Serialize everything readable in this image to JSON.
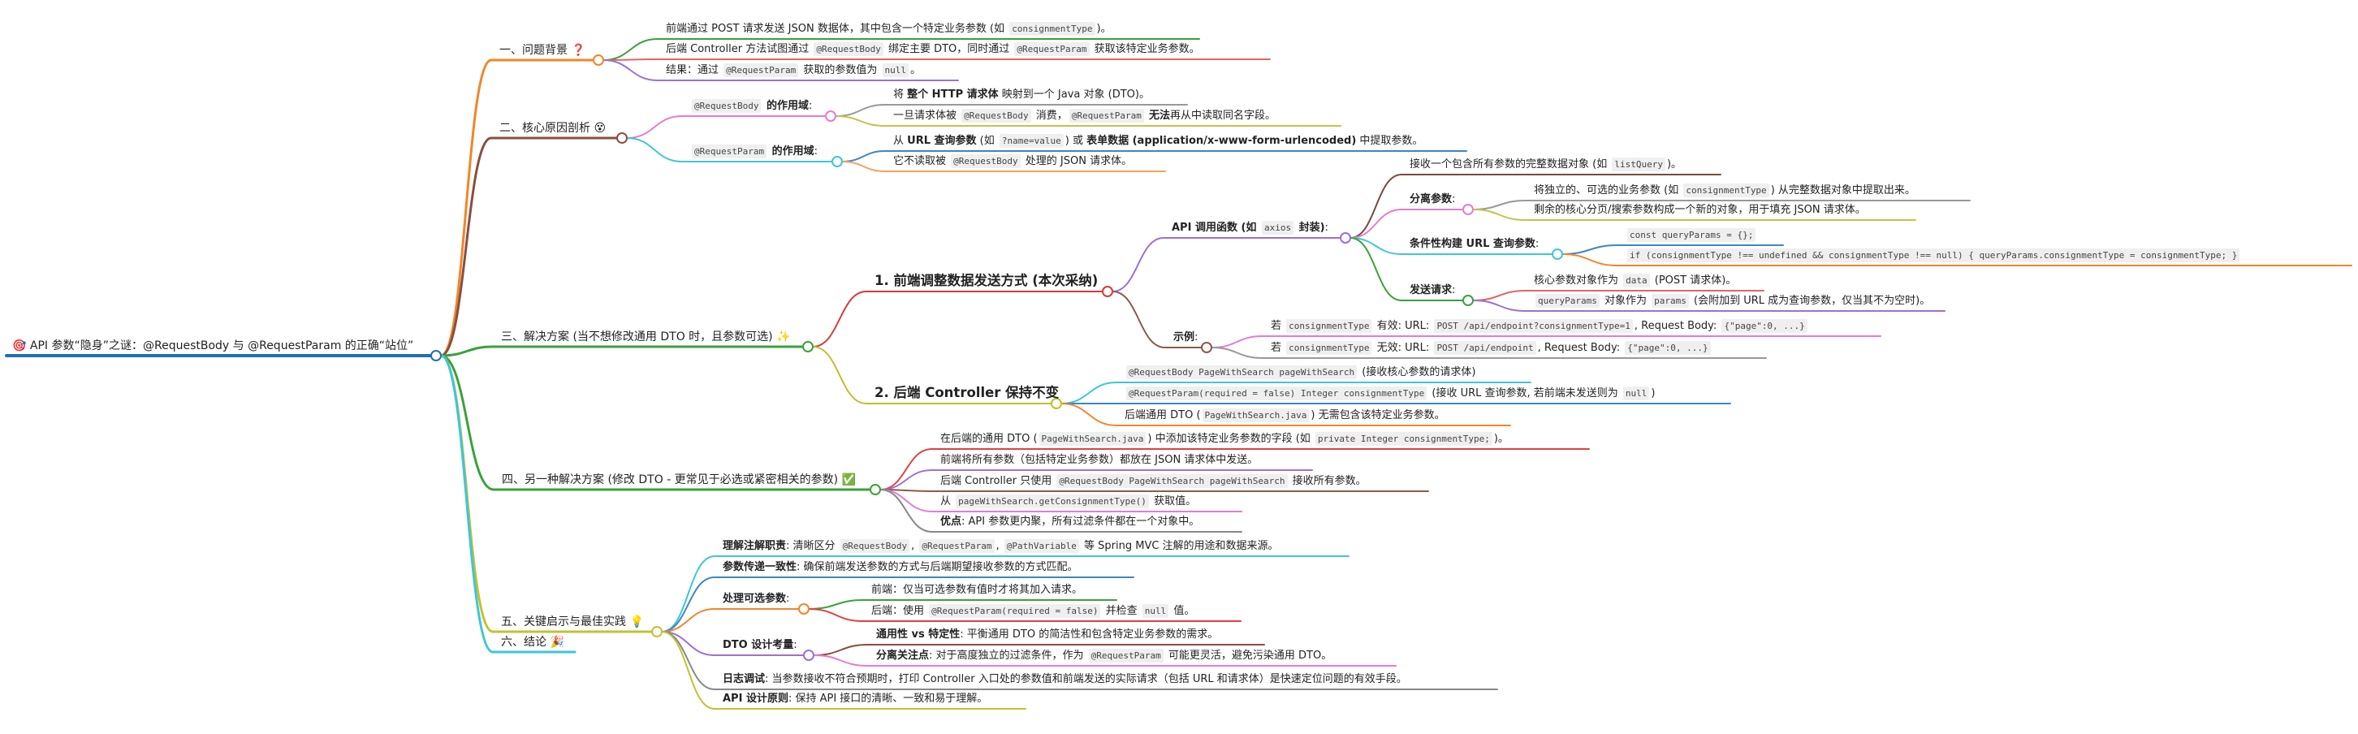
{
  "root": {
    "color": "#1f6fb5",
    "segs": [
      {
        "t": "🎯 API 参数“隐身”之谜：@RequestBody 与 @RequestParam 的正确“站位”"
      }
    ],
    "children": [
      {
        "color": "#f0862a",
        "segs": [
          {
            "t": "一、问题背景 ❓"
          }
        ],
        "children": [
          {
            "color": "#3aa13a",
            "segs": [
              {
                "t": "前端通过 POST 请求发送 JSON 数据体，其中包含一个特定业务参数 (如 "
              },
              {
                "c": "consignmentType"
              },
              {
                "t": ")。"
              }
            ]
          },
          {
            "color": "#e06666",
            "segs": [
              {
                "t": "后端 Controller 方法试图通过 "
              },
              {
                "c": "@RequestBody"
              },
              {
                "t": " 绑定主要 DTO，同时通过 "
              },
              {
                "c": "@RequestParam"
              },
              {
                "t": " 获取该特定业务参数。"
              }
            ]
          },
          {
            "color": "#9b72cf",
            "segs": [
              {
                "t": "结果：通过 "
              },
              {
                "c": "@RequestParam"
              },
              {
                "t": " 获取的参数值为 "
              },
              {
                "c": "null"
              },
              {
                "t": "。"
              }
            ]
          }
        ]
      },
      {
        "color": "#8b4d3e",
        "segs": [
          {
            "t": "二、核心原因剖析 😵"
          }
        ],
        "children": [
          {
            "color": "#e57bd0",
            "segs": [
              {
                "c": "@RequestBody"
              },
              {
                "b": " 的作用域"
              },
              {
                "t": ":"
              }
            ],
            "children": [
              {
                "color": "#999999",
                "segs": [
                  {
                    "t": "将 "
                  },
                  {
                    "b": "整个 HTTP 请求体"
                  },
                  {
                    "t": " 映射到一个 Java 对象 (DTO)。"
                  }
                ]
              },
              {
                "color": "#c3c34a",
                "segs": [
                  {
                    "t": "一旦请求体被 "
                  },
                  {
                    "c": "@RequestBody"
                  },
                  {
                    "t": " 消费，"
                  },
                  {
                    "c": "@RequestParam"
                  },
                  {
                    "t": " "
                  },
                  {
                    "b": "无法"
                  },
                  {
                    "t": "再从中读取同名字段。"
                  }
                ]
              }
            ]
          },
          {
            "color": "#3ec6d8",
            "segs": [
              {
                "c": "@RequestParam"
              },
              {
                "b": " 的作用域"
              },
              {
                "t": ":"
              }
            ],
            "children": [
              {
                "color": "#3d85c6",
                "segs": [
                  {
                    "t": "从 "
                  },
                  {
                    "b": "URL 查询参数"
                  },
                  {
                    "t": " (如 "
                  },
                  {
                    "c": "?name=value"
                  },
                  {
                    "t": ") 或 "
                  },
                  {
                    "b": "表单数据 (application/x-www-form-urlencoded)"
                  },
                  {
                    "t": " 中提取参数。"
                  }
                ]
              },
              {
                "color": "#f5a25d",
                "segs": [
                  {
                    "t": "它不读取被 "
                  },
                  {
                    "c": "@RequestBody"
                  },
                  {
                    "t": " 处理的 JSON 请求体。"
                  }
                ]
              }
            ]
          }
        ]
      },
      {
        "color": "#3aa13a",
        "segs": [
          {
            "t": "三、解决方案 (当不想修改通用 DTO 时，且参数可选) ✨"
          }
        ],
        "children": [
          {
            "color": "#d43a3a",
            "segs": [
              {
                "b": "1. 前端调整数据发送方式 (本次采纳)"
              }
            ],
            "children": [
              {
                "color": "#9b6fd1",
                "segs": [
                  {
                    "b": "API 调用函数 (如 "
                  },
                  {
                    "c": "axios"
                  },
                  {
                    "b": " 封装)"
                  },
                  {
                    "t": ":"
                  }
                ],
                "children": [
                  {
                    "color": "#7a4a3a",
                    "segs": [
                      {
                        "t": "接收一个包含所有参数的完整数据对象 (如 "
                      },
                      {
                        "c": "listQuery"
                      },
                      {
                        "t": ")。"
                      }
                    ]
                  },
                  {
                    "color": "#e57bd0",
                    "segs": [
                      {
                        "b": "分离参数"
                      },
                      {
                        "t": ":"
                      }
                    ],
                    "children": [
                      {
                        "color": "#999999",
                        "segs": [
                          {
                            "t": "将独立的、可选的业务参数 (如 "
                          },
                          {
                            "c": "consignmentType"
                          },
                          {
                            "t": ") 从完整数据对象中提取出来。"
                          }
                        ]
                      },
                      {
                        "color": "#c3c34a",
                        "segs": [
                          {
                            "t": "剩余的核心分页/搜索参数构成一个新的对象，用于填充 JSON 请求体。"
                          }
                        ]
                      }
                    ]
                  },
                  {
                    "color": "#3ec6d8",
                    "segs": [
                      {
                        "b": "条件性构建 URL 查询参数"
                      },
                      {
                        "t": ":"
                      }
                    ],
                    "children": [
                      {
                        "color": "#3d85c6",
                        "segs": [
                          {
                            "c": "const queryParams = {};"
                          }
                        ]
                      },
                      {
                        "color": "#f0862a",
                        "segs": [
                          {
                            "c": "if (consignmentType !== undefined && consignmentType !== null) { queryParams.consignmentType = consignmentType; }"
                          }
                        ]
                      }
                    ]
                  },
                  {
                    "color": "#3aa13a",
                    "segs": [
                      {
                        "b": "发送请求"
                      },
                      {
                        "t": ":"
                      }
                    ],
                    "children": [
                      {
                        "color": "#e06666",
                        "segs": [
                          {
                            "t": "核心参数对象作为 "
                          },
                          {
                            "c": "data"
                          },
                          {
                            "t": " (POST 请求体)。"
                          }
                        ]
                      },
                      {
                        "color": "#9b72cf",
                        "segs": [
                          {
                            "c": "queryParams"
                          },
                          {
                            "t": " 对象作为 "
                          },
                          {
                            "c": "params"
                          },
                          {
                            "t": " (会附加到 URL 成为查询参数，仅当其不为空时)。"
                          }
                        ]
                      }
                    ]
                  }
                ]
              },
              {
                "color": "#8b5a4a",
                "segs": [
                  {
                    "b": "示例"
                  },
                  {
                    "t": ":"
                  }
                ],
                "children": [
                  {
                    "color": "#e57bd0",
                    "segs": [
                      {
                        "t": "若 "
                      },
                      {
                        "c": "consignmentType"
                      },
                      {
                        "t": " 有效: URL: "
                      },
                      {
                        "c": "POST /api/endpoint?consignmentType=1"
                      },
                      {
                        "t": ", Request Body: "
                      },
                      {
                        "c": "{\"page\":0, ...}"
                      }
                    ]
                  },
                  {
                    "color": "#999999",
                    "segs": [
                      {
                        "t": "若 "
                      },
                      {
                        "c": "consignmentType"
                      },
                      {
                        "t": " 无效: URL: "
                      },
                      {
                        "c": "POST /api/endpoint"
                      },
                      {
                        "t": ", Request Body: "
                      },
                      {
                        "c": "{\"page\":0, ...}"
                      }
                    ]
                  }
                ]
              }
            ]
          },
          {
            "color": "#bfbf2a",
            "segs": [
              {
                "b": "2. 后端 Controller 保持不变"
              }
            ],
            "children": [
              {
                "color": "#3ec6d8",
                "segs": [
                  {
                    "c": "@RequestBody PageWithSearch pageWithSearch"
                  },
                  {
                    "t": " (接收核心参数的请求体)"
                  }
                ]
              },
              {
                "color": "#3d85c6",
                "segs": [
                  {
                    "c": "@RequestParam(required = false) Integer consignmentType"
                  },
                  {
                    "t": " (接收 URL 查询参数, 若前端未发送则为 "
                  },
                  {
                    "c": "null"
                  },
                  {
                    "t": ")"
                  }
                ]
              },
              {
                "color": "#f0862a",
                "segs": [
                  {
                    "t": "后端通用 DTO ("
                  },
                  {
                    "c": "PageWithSearch.java"
                  },
                  {
                    "t": ") 无需包含该特定业务参数。"
                  }
                ]
              }
            ]
          }
        ]
      },
      {
        "color": "#3aa13a",
        "segs": [
          {
            "t": "四、另一种解决方案 (修改 DTO - 更常见于必选或紧密相关的参数) ✅"
          }
        ],
        "children": [
          {
            "color": "#e04040",
            "segs": [
              {
                "t": "在后端的通用 DTO ("
              },
              {
                "c": "PageWithSearch.java"
              },
              {
                "t": ") 中添加该特定业务参数的字段 (如 "
              },
              {
                "c": "private Integer consignmentType;"
              },
              {
                "t": ")。"
              }
            ]
          },
          {
            "color": "#9b72cf",
            "segs": [
              {
                "t": "前端将所有参数（包括特定业务参数）都放在 JSON 请求体中发送。"
              }
            ]
          },
          {
            "color": "#8b5a4a",
            "segs": [
              {
                "t": "后端 Controller 只使用 "
              },
              {
                "c": "@RequestBody PageWithSearch pageWithSearch"
              },
              {
                "t": " 接收所有参数。"
              }
            ]
          },
          {
            "color": "#e57bd0",
            "segs": [
              {
                "t": "从 "
              },
              {
                "c": "pageWithSearch.getConsignmentType()"
              },
              {
                "t": " 获取值。"
              }
            ]
          },
          {
            "color": "#888888",
            "segs": [
              {
                "b": "优点"
              },
              {
                "t": ": API 参数更内聚，所有过滤条件都在一个对象中。"
              }
            ]
          }
        ]
      },
      {
        "color": "#c2c232",
        "segs": [
          {
            "t": "五、关键启示与最佳实践 💡"
          }
        ],
        "children": [
          {
            "color": "#3ec6d8",
            "segs": [
              {
                "b": "理解注解职责"
              },
              {
                "t": ": 清晰区分 "
              },
              {
                "c": "@RequestBody"
              },
              {
                "t": ", "
              },
              {
                "c": "@RequestParam"
              },
              {
                "t": ", "
              },
              {
                "c": "@PathVariable"
              },
              {
                "t": " 等 Spring MVC 注解的用途和数据来源。"
              }
            ]
          },
          {
            "color": "#3d85c6",
            "segs": [
              {
                "b": "参数传递一致性"
              },
              {
                "t": ": 确保前端发送参数的方式与后端期望接收参数的方式匹配。"
              }
            ]
          },
          {
            "color": "#f0862a",
            "segs": [
              {
                "b": "处理可选参数"
              },
              {
                "t": ":"
              }
            ],
            "children": [
              {
                "color": "#3aa13a",
                "segs": [
                  {
                    "t": "前端：仅当可选参数有值时才将其加入请求。"
                  }
                ]
              },
              {
                "color": "#e04040",
                "segs": [
                  {
                    "t": "后端：使用 "
                  },
                  {
                    "c": "@RequestParam(required = false)"
                  },
                  {
                    "t": " 并检查 "
                  },
                  {
                    "c": "null"
                  },
                  {
                    "t": " 值。"
                  }
                ]
              }
            ]
          },
          {
            "color": "#9b72cf",
            "segs": [
              {
                "b": "DTO 设计考量"
              },
              {
                "t": ":"
              }
            ],
            "children": [
              {
                "color": "#8b4d3e",
                "segs": [
                  {
                    "b": "通用性 vs 特定性"
                  },
                  {
                    "t": ": 平衡通用 DTO 的简洁性和包含特定业务参数的需求。"
                  }
                ]
              },
              {
                "color": "#e57bd0",
                "segs": [
                  {
                    "b": "分离关注点"
                  },
                  {
                    "t": ": 对于高度独立的过滤条件，作为 "
                  },
                  {
                    "c": "@RequestParam"
                  },
                  {
                    "t": " 可能更灵活，避免污染通用 DTO。"
                  }
                ]
              }
            ]
          },
          {
            "color": "#888888",
            "segs": [
              {
                "b": "日志调试"
              },
              {
                "t": ": 当参数接收不符合预期时，打印 Controller 入口处的参数值和前端发送的实际请求（包括 URL 和请求体）是快速定位问题的有效手段。"
              }
            ]
          },
          {
            "color": "#c2c232",
            "segs": [
              {
                "b": "API 设计原则"
              },
              {
                "t": ": 保持 API 接口的清晰、一致和易于理解。"
              }
            ]
          }
        ]
      },
      {
        "color": "#3ec6d8",
        "segs": [
          {
            "t": "六、结论 🎉"
          }
        ]
      }
    ]
  }
}
